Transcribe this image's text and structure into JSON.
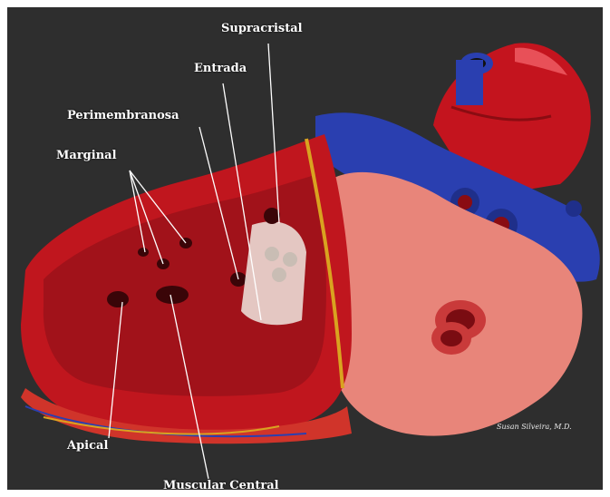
{
  "labels": {
    "supracristal": "Supracristal",
    "entrada": "Entrada",
    "perimembranosa": "Perimembranosa",
    "marginal": "Marginal",
    "apical": "Apical",
    "muscular_central": "Muscular Central"
  },
  "credit": "Susan Silveira, M.D.",
  "colors": {
    "background": "#2e2e2e",
    "muscle": "#b3161e",
    "muscle_dark": "#7a0c12",
    "atrium": "#e8857a",
    "vein": "#2a3fb0",
    "fat": "#d9a320"
  }
}
